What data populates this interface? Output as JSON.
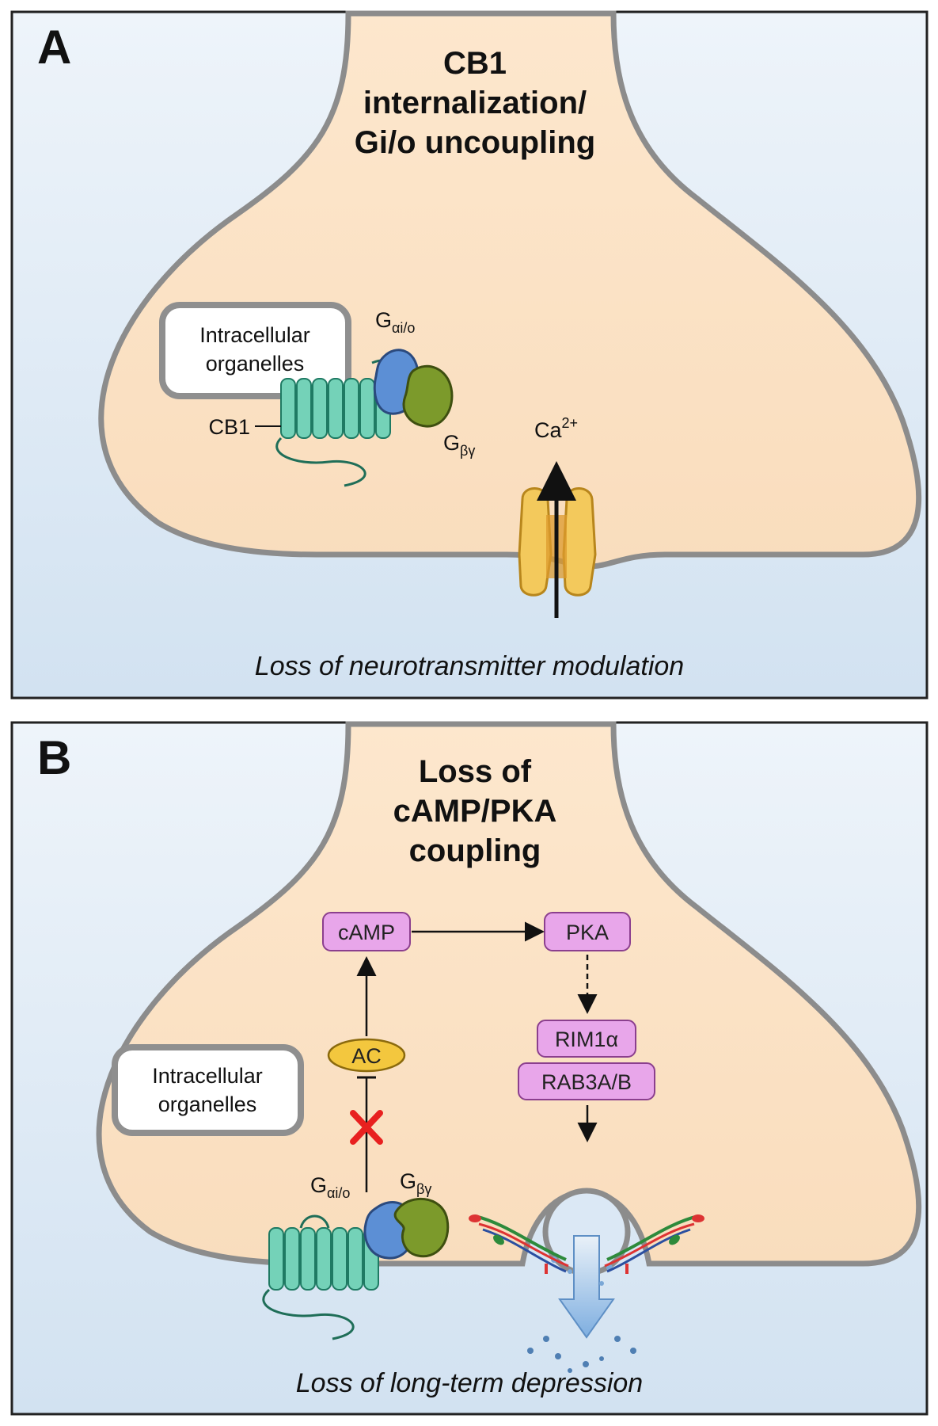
{
  "panel_a": {
    "letter": "A",
    "title_lines": [
      "CB1",
      "internalization/",
      "Gi/o uncoupling"
    ],
    "organelles_lines": [
      "Intracellular",
      "organelles"
    ],
    "cb1_label": "CB1",
    "g_alpha_main": "G",
    "g_alpha_sub": "αi/o",
    "g_beta_main": "G",
    "g_beta_sub": "βγ",
    "ca_main": "Ca",
    "ca_sup": "2+",
    "caption": "Loss of neurotransmitter modulation"
  },
  "panel_b": {
    "letter": "B",
    "title_lines": [
      "Loss of",
      "cAMP/PKA",
      "coupling"
    ],
    "organelles_lines": [
      "Intracellular",
      "organelles"
    ],
    "camp": "cAMP",
    "pka": "PKA",
    "ac": "AC",
    "rim": "RIM1α",
    "rab": "RAB3A/B",
    "g_alpha_main": "G",
    "g_alpha_sub": "αi/o",
    "g_beta_main": "G",
    "g_beta_sub": "βγ",
    "caption": "Loss of long-term depression"
  },
  "colors": {
    "cell_fill": "#fbe3c6",
    "background_top": "#e9f1f8",
    "background_bottom": "#d3e3f2",
    "membrane": "#8f8f8f",
    "receptor": "#6fd1b6",
    "g_alpha": "#5b8fd6",
    "g_beta": "#7a9a2c",
    "channel": "#f2c14e",
    "box_fill": "#e7a5e9",
    "ac_fill": "#f4c842",
    "inhibit_x": "#e8201f"
  }
}
